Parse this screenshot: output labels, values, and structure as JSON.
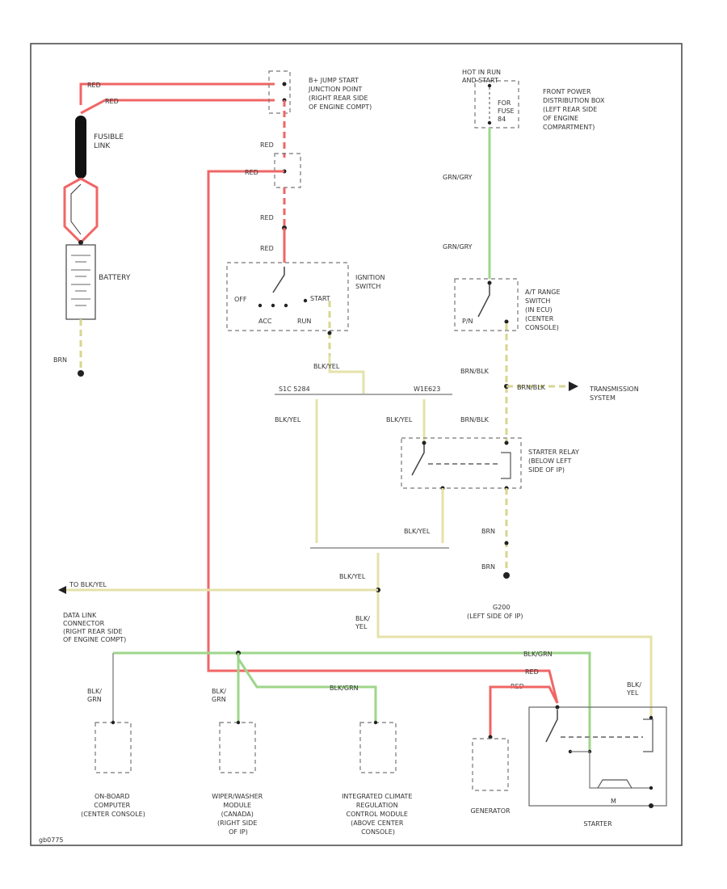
{
  "labels": {
    "red": "RED",
    "fusible_link": "FUSIBLE\nLINK",
    "battery": "BATTERY",
    "brn": "BRN",
    "jump_start": "B+ JUMP START\nJUNCTION POINT\n(RIGHT REAR SIDE\nOF ENGINE COMPT)",
    "hot_at_all_times": "HOT IN RUN\nAND START",
    "front_power_box": "FRONT POWER\nDISTRIBUTION BOX\n(LEFT REAR SIDE\nOF ENGINE\nCOMPARTMENT)",
    "fuse": "FOR\nFUSE\n84",
    "grn_gry": "GRN/GRY",
    "ign_switch": "IGNITION\nSWITCH",
    "off": "OFF",
    "acc": "ACC",
    "run": "RUN",
    "start": "START",
    "at_range_switch": "A/T RANGE\nSWITCH\n(IN ECU)\n(CENTER\nCONSOLE)",
    "p_n": "P/N",
    "blk_yel": "BLK/YEL",
    "brn_blk": "BRN/BLK",
    "transmission_system": "TRANSMISSION\nSYSTEM",
    "starter_relay": "STARTER RELAY\n(BELOW LEFT\nSIDE OF IP)",
    "splice_left": "S1C 5284",
    "splice_right": "W1E623",
    "ground_label": "G200\n(LEFT SIDE OF IP)",
    "data_link": "DATA LINK\nCONNECTOR\n(RIGHT REAR SIDE\nOF ENGINE COMPT)",
    "blk_grn": "BLK/GRN",
    "blk_yel_stacked": "BLK/\nYEL",
    "blk_grn_stacked": "BLK/\nGRN",
    "to_blk_yel": "TO BLK/YEL",
    "onboard_computer": "ON-BOARD\nCOMPUTER\n(CENTER CONSOLE)",
    "wiper_module": "WIPER/WASHER\nMODULE\n(CANADA)\n(RIGHT SIDE\nOF IP)",
    "climate_module": "INTEGRATED CLIMATE\nREGULATION\nCONTROL MODULE\n(ABOVE CENTER\nCONSOLE)",
    "generator": "GENERATOR",
    "starter": "STARTER",
    "footer_code": "gb0775"
  },
  "colors": {
    "red_wire": "#f06666",
    "green_wire": "#9ed68a",
    "yellow_wire": "#e4e2a8",
    "gray_wire": "#aaaaaa"
  }
}
